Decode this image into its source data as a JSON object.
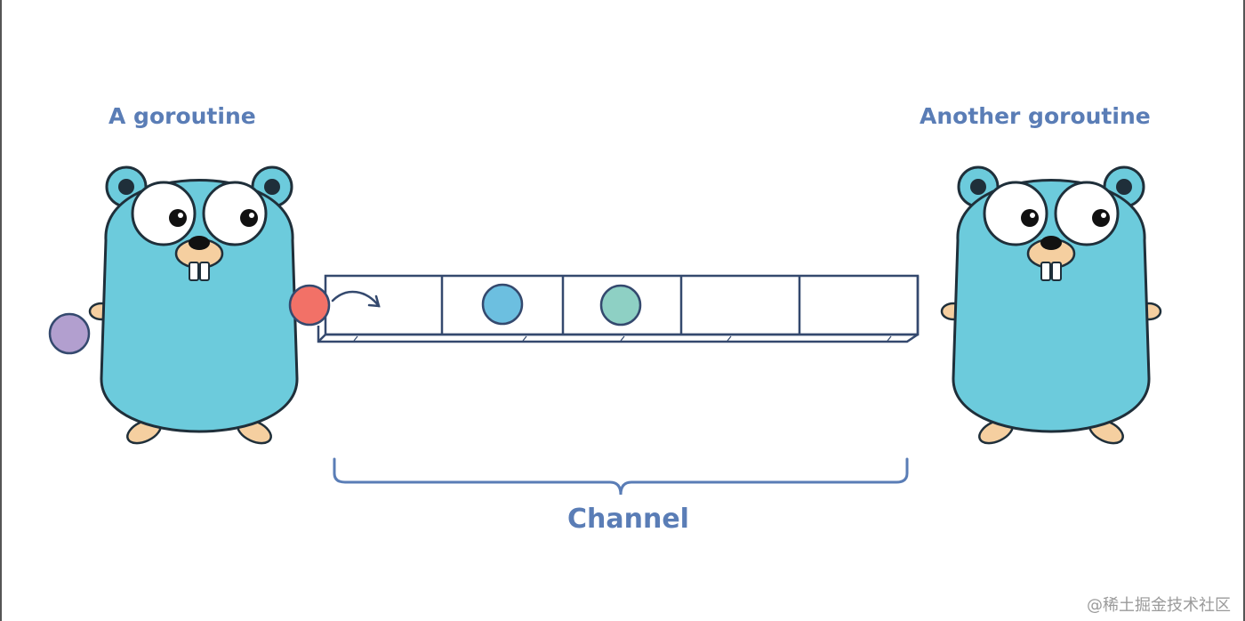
{
  "diagram": {
    "left_title": "A goroutine",
    "right_title": "Another goroutine",
    "channel_label": "Channel",
    "watermark": "@稀土掘金技术社区"
  },
  "colors": {
    "label": "#5a7db6",
    "gopher_body": "#6ccbdc",
    "gopher_outline": "#1f2f3a",
    "channel_outline": "#34496e",
    "ball_red": "#f27167",
    "ball_purple": "#b29fcf",
    "ball_blue": "#6cbfe0",
    "ball_teal": "#8ed0c4",
    "paw": "#f5cfa0"
  },
  "channel": {
    "slots": 5,
    "filled_slots": [
      1,
      2
    ]
  }
}
